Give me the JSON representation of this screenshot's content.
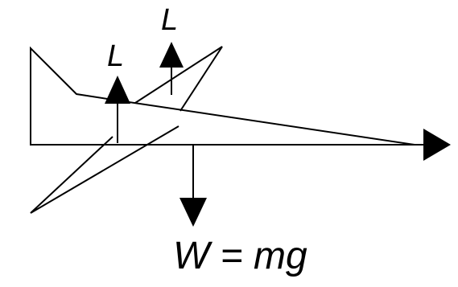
{
  "diagram": {
    "labels": {
      "lift_rear": "L",
      "lift_front": "L",
      "weight": "W = mg"
    },
    "forces": [
      {
        "name": "lift",
        "direction": "up"
      },
      {
        "name": "lift",
        "direction": "up"
      },
      {
        "name": "weight",
        "direction": "down"
      },
      {
        "name": "thrust",
        "direction": "right"
      }
    ],
    "colors": {
      "stroke": "#000000",
      "background": "#ffffff"
    }
  }
}
